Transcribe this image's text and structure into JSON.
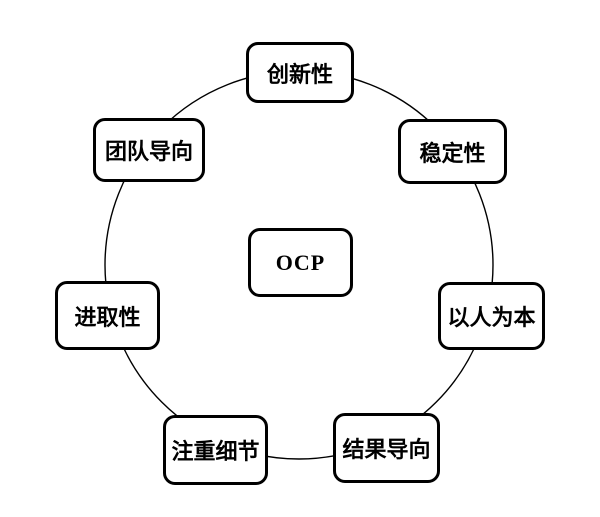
{
  "diagram": {
    "title_semantic": "OCP organizational culture profile dimensions",
    "center": {
      "label": "OCP"
    },
    "nodes": [
      {
        "label": "创新性",
        "position": "top"
      },
      {
        "label": "稳定性",
        "position": "top-right"
      },
      {
        "label": "以人为本",
        "position": "right"
      },
      {
        "label": "结果导向",
        "position": "bottom-right"
      },
      {
        "label": "注重细节",
        "position": "bottom-left"
      },
      {
        "label": "进取性",
        "position": "left"
      },
      {
        "label": "团队导向",
        "position": "top-left"
      }
    ],
    "connector": {
      "shape": "circle",
      "links_outer_nodes": true
    },
    "colors": {
      "stroke": "#000000",
      "box_fill": "#ffffff",
      "background": "#ffffff",
      "text": "#000000"
    }
  }
}
